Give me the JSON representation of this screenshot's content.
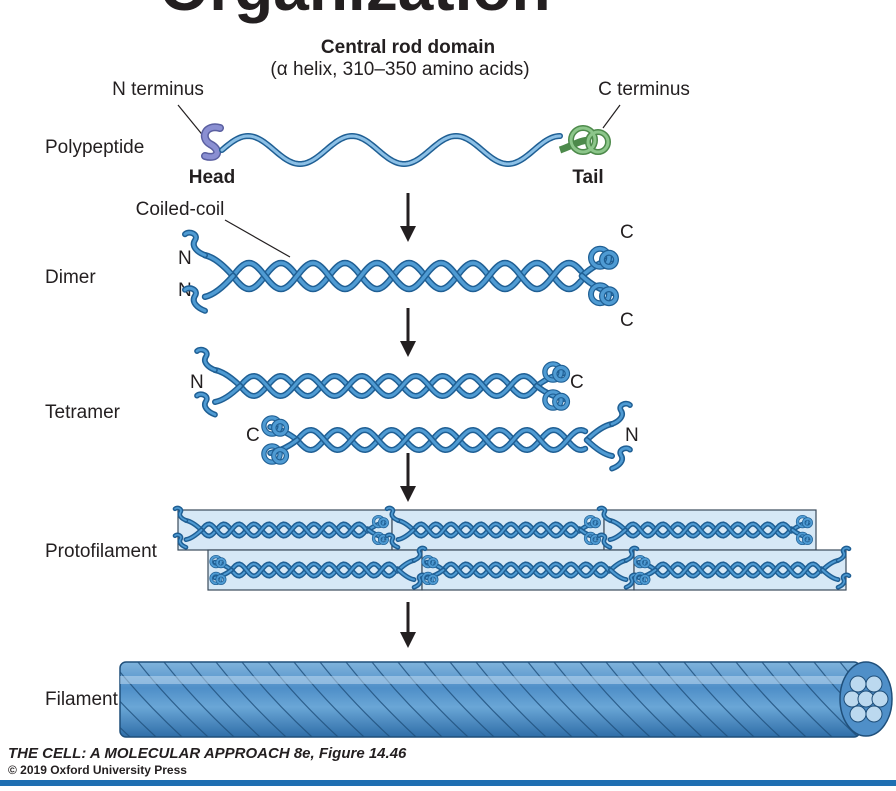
{
  "header_title_fragment": "Organization",
  "rod": {
    "title": "Central rod domain",
    "subtitle": "(α helix, 310–350 amino acids)"
  },
  "labels": {
    "n_terminus": "N terminus",
    "c_terminus": "C terminus",
    "head": "Head",
    "tail": "Tail",
    "coiled_coil": "Coiled-coil",
    "n": "N",
    "c": "C"
  },
  "stages": [
    "Polypeptide",
    "Dimer",
    "Tetramer",
    "Protofilament",
    "Filament"
  ],
  "credit": {
    "title": "THE CELL: A MOLECULAR APPROACH 8e, Figure 14.46",
    "copyright": "© 2019 Oxford University Press"
  },
  "colors": {
    "rod": "#4f9bd3",
    "rod_outline": "#1f5f94",
    "head": "#8a8fd2",
    "tail": "#8cc68a",
    "box_fill": "#d6e8f6",
    "box_stroke": "#3a4a5a",
    "bottom_bar": "#1f6fb2"
  }
}
